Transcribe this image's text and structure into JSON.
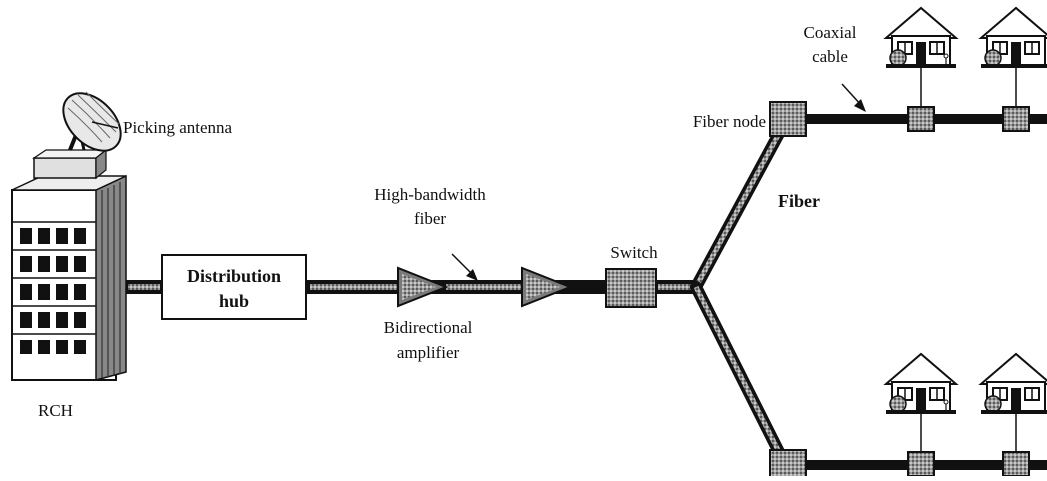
{
  "labels": {
    "antenna": "Picking antenna",
    "rch": "RCH",
    "hub_line1": "Distribution",
    "hub_line2": "hub",
    "fiber_top_line1": "High-bandwidth",
    "fiber_top_line2": "fiber",
    "amp_line1": "Bidirectional",
    "amp_line2": "amplifier",
    "switch": "Switch",
    "fiber": "Fiber",
    "fiber_node": "Fiber node",
    "coax_line1": "Coaxial",
    "coax_line2": "cable"
  }
}
